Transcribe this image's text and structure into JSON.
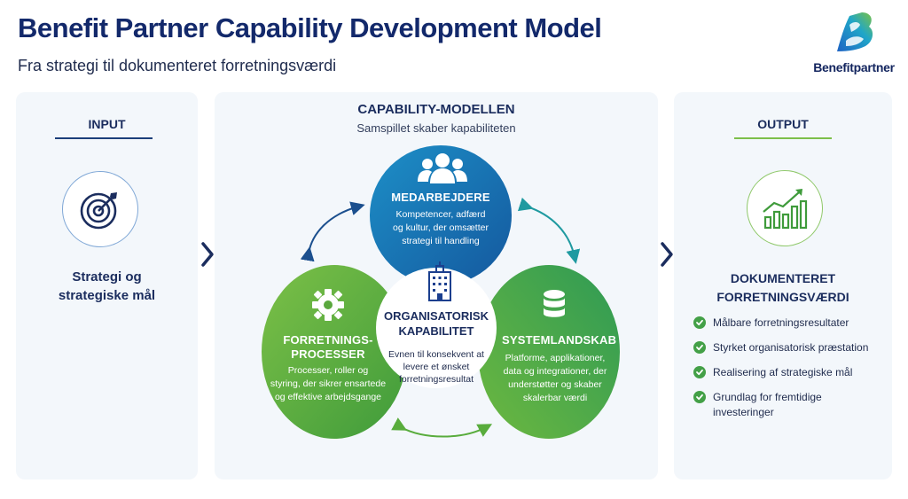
{
  "header": {
    "title": "Benefit Partner Capability Development Model",
    "subtitle": "Fra strategi til dokumenteret forretningsværdi"
  },
  "logo": {
    "text": "Benefitpartner",
    "icon": "benefitpartner-logo"
  },
  "input": {
    "heading": "INPUT",
    "icon": "target-icon",
    "text_line1": "Strategi og",
    "text_line2": "strategiske mål"
  },
  "center": {
    "heading": "CAPABILITY-MODELLEN",
    "subheading": "Samspillet skaber kapabiliteten",
    "people": {
      "icon": "people-icon",
      "title": "MEDARBEJDERE",
      "body": [
        "Kompetencer, adfærd",
        "og kultur, der omsætter",
        "strategi til handling"
      ]
    },
    "process": {
      "icon": "gear-icon",
      "title": [
        "FORRETNINGS-",
        "PROCESSER"
      ],
      "body": [
        "Processer, roller og",
        "styring, der sikrer ensartede",
        "og effektive arbejdsgange"
      ]
    },
    "system": {
      "icon": "database-icon",
      "title": "SYSTEMLANDSKAB",
      "body": [
        "Platforme, applikationer,",
        "data og integrationer, der",
        "understøtter og skaber",
        "skalerbar værdi"
      ]
    },
    "core": {
      "icon": "building-icon",
      "title": [
        "ORGANISATORISK",
        "KAPABILITET"
      ],
      "body": [
        "Evnen til konsekvent at",
        "levere et ønsket",
        "forretningsresultat"
      ]
    },
    "colors": {
      "people": "#1a6fb8",
      "process": "#5aa83a",
      "system": "#3f9e4a",
      "arrow_blue": "#1b4f8e",
      "arrow_teal": "#1f9aa0",
      "arrow_green": "#58ac3c"
    }
  },
  "output": {
    "heading": "OUTPUT",
    "icon": "growth-chart-icon",
    "title_line1": "DOKUMENTERET",
    "title_line2": "FORRETNINGSVÆRDI",
    "items": [
      "Målbare forretningsresultater",
      "Styrket organisatorisk præstation",
      "Realisering af strategiske mål",
      "Grundlag for fremtidige investeringer"
    ]
  }
}
